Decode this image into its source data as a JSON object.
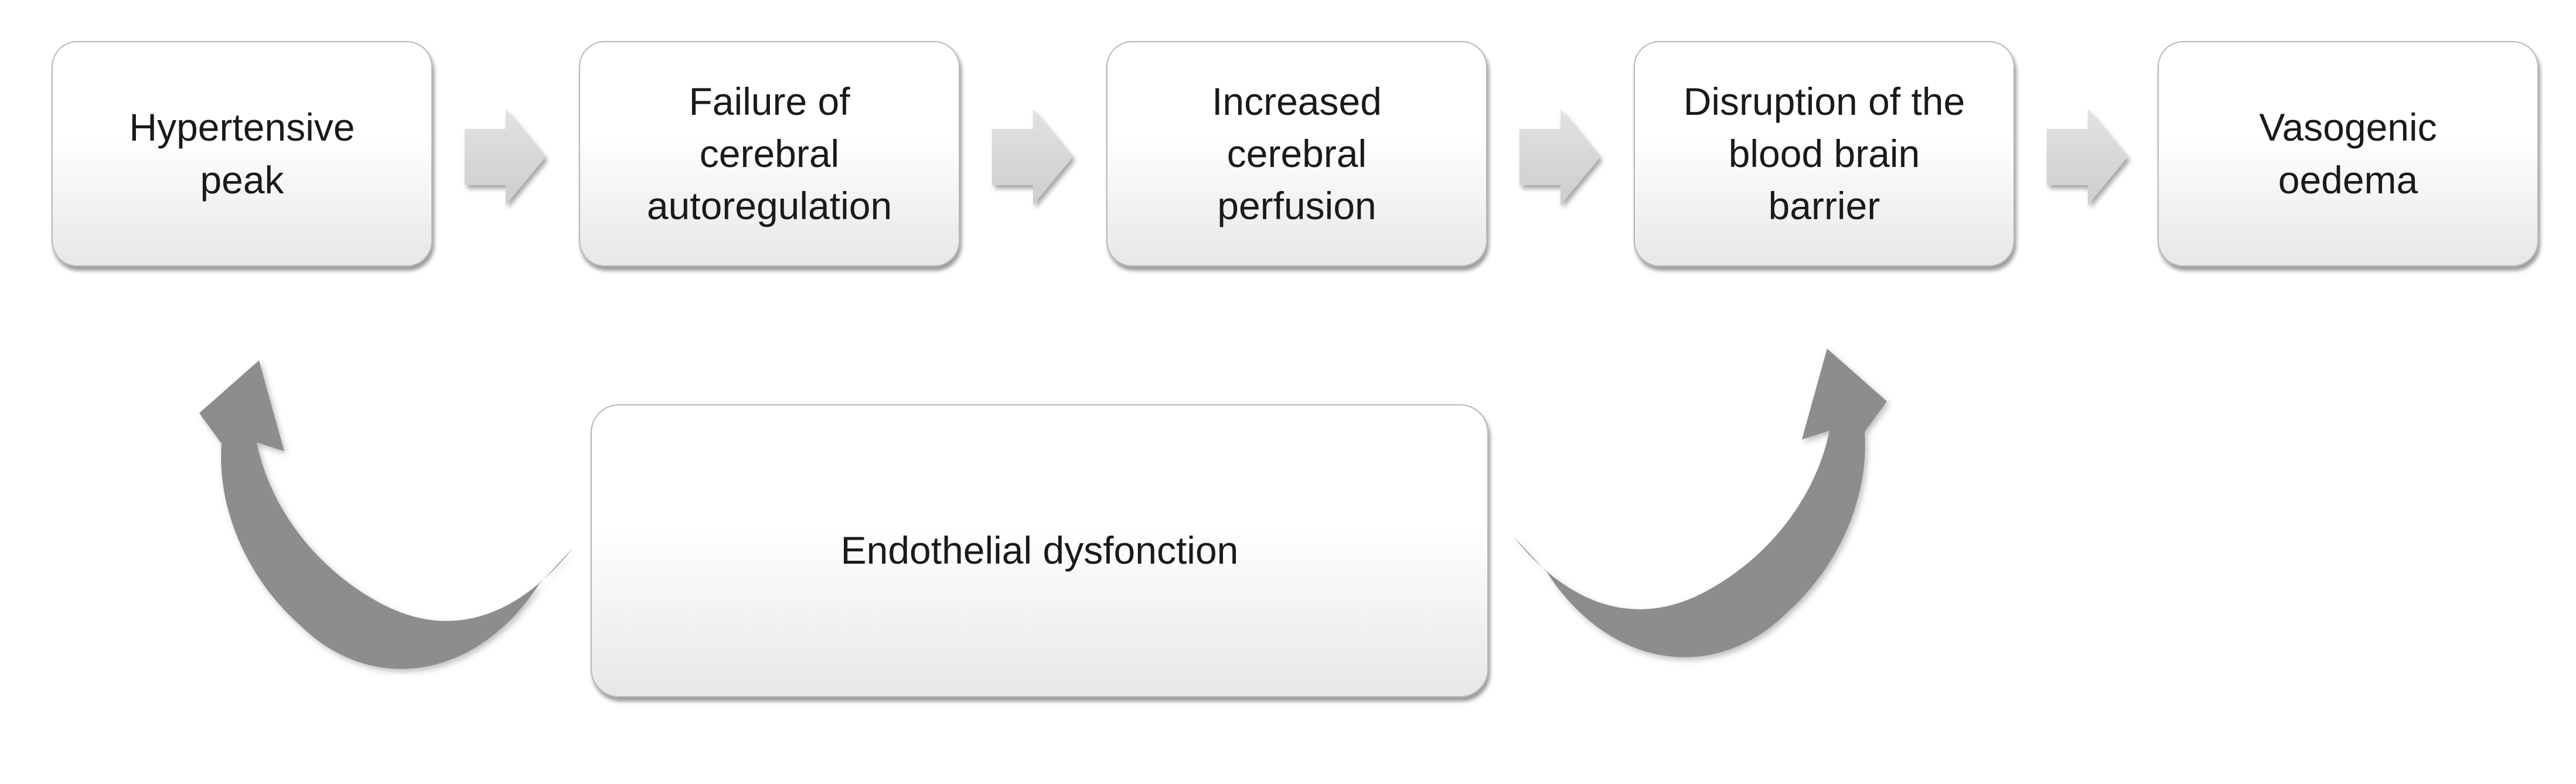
{
  "diagram": {
    "type": "flowchart",
    "background": "#ffffff",
    "flow_boxes": [
      {
        "label": "Hypertensive peak",
        "lines": [
          "Hypertensive",
          "peak"
        ]
      },
      {
        "label": "Failure of cerebral autoregulation",
        "lines": [
          "Failure of",
          "cerebral",
          "autoregulation"
        ]
      },
      {
        "label": "Increased cerebral perfusion",
        "lines": [
          "Increased",
          "cerebral",
          "perfusion"
        ]
      },
      {
        "label": "Disruption of the blood brain barrier",
        "lines": [
          "Disruption of the",
          "blood brain",
          "barrier"
        ]
      },
      {
        "label": "Vasogenic oedema",
        "lines": [
          "Vasogenic",
          "oedema"
        ]
      }
    ],
    "feedback_box": {
      "label": "Endothelial dysfonction"
    },
    "straight_arrows": [
      {
        "from": "Hypertensive peak",
        "to": "Failure of cerebral autoregulation",
        "direction": "right"
      },
      {
        "from": "Failure of cerebral autoregulation",
        "to": "Increased cerebral perfusion",
        "direction": "right"
      },
      {
        "from": "Increased cerebral perfusion",
        "to": "Disruption of the blood brain barrier",
        "direction": "right"
      },
      {
        "from": "Disruption of the blood brain barrier",
        "to": "Vasogenic oedema",
        "direction": "right"
      }
    ],
    "curved_arrows": [
      {
        "from": "Endothelial dysfonction",
        "to": "Hypertensive peak",
        "direction": "up"
      },
      {
        "from": "Endothelial dysfonction",
        "to": "Disruption of the blood brain barrier",
        "direction": "up"
      }
    ],
    "colors": {
      "box_fill_top": "#ffffff",
      "box_fill_bottom": "#e7e7e7",
      "box_border": "#b8b8b8",
      "straight_arrow_top": "#e2e2e2",
      "straight_arrow_bottom": "#cdcdcd",
      "curved_arrow_fill": "#8d8d8d",
      "text": "#1a1a1a"
    }
  }
}
